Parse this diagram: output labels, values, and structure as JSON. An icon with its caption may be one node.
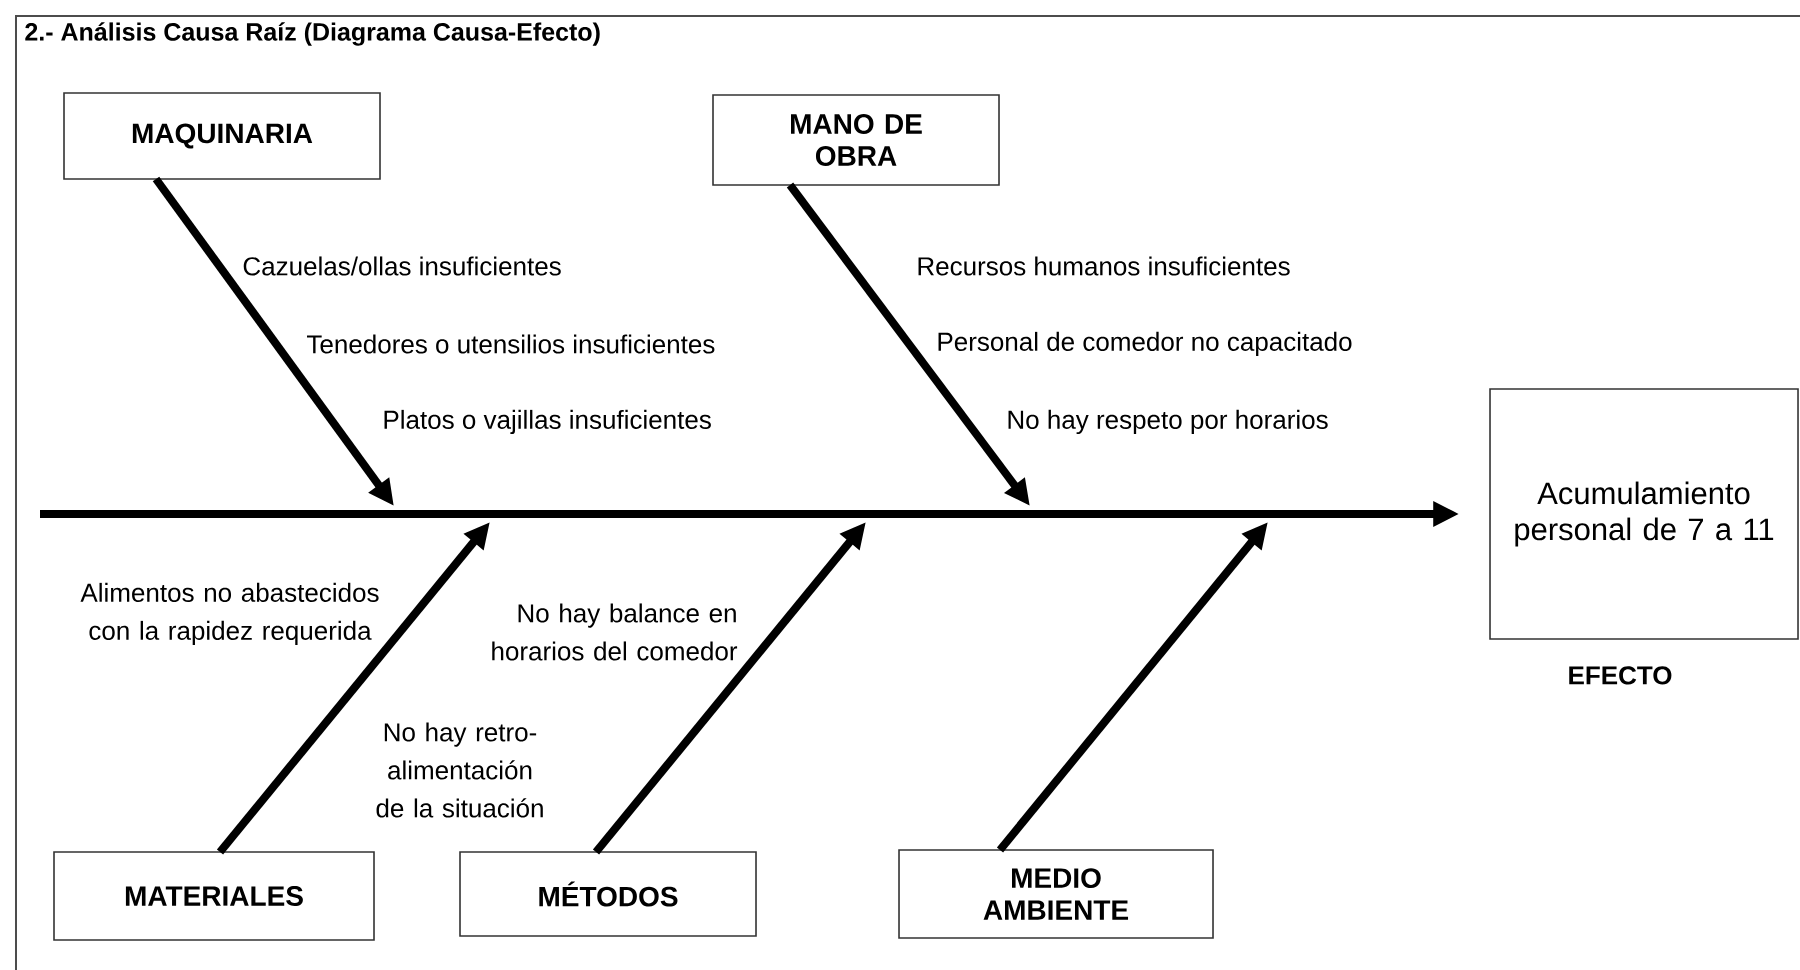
{
  "diagram": {
    "title": "2.- Análisis Causa Raíz (Diagrama Causa-Efecto)",
    "nodes": [
      {
        "text": [
          "MAQUINARIA"
        ]
      },
      {
        "text": [
          "MANO DE OBRA"
        ]
      },
      {
        "text": [
          "Acumulamiento personal de 7 a 11"
        ],
        "beside": [
          "EFECTO"
        ]
      },
      {
        "text": [
          "MATERIALES"
        ]
      },
      {
        "text": [
          "MÉTODOS"
        ]
      },
      {
        "text": [
          "MEDIO AMBIENTE"
        ]
      }
    ],
    "edges": [
      {
        "from": 0,
        "to": null,
        "arrow": "to"
      },
      {
        "from": 1,
        "to": null,
        "arrow": "to"
      },
      {
        "from": 3,
        "to": null,
        "arrow": "to"
      },
      {
        "from": 4,
        "to": null,
        "arrow": "to"
      },
      {
        "from": 5,
        "to": null,
        "arrow": "to"
      },
      {
        "from": null,
        "to": 2,
        "arrow": "to"
      }
    ],
    "labels": [
      "Cazuelas/ollas insuficientes",
      "Tenedores o utensilios insuficientes",
      "Platos o vajillas insuficientes",
      "Recursos humanos insuficientes",
      "Personal de comedor no capacitado",
      "No hay respeto por horarios",
      "Alimentos no abastecidos con la rapidez requerida",
      "No hay balance en horarios del comedor",
      "No hay retro-alimentación de la situación"
    ]
  }
}
